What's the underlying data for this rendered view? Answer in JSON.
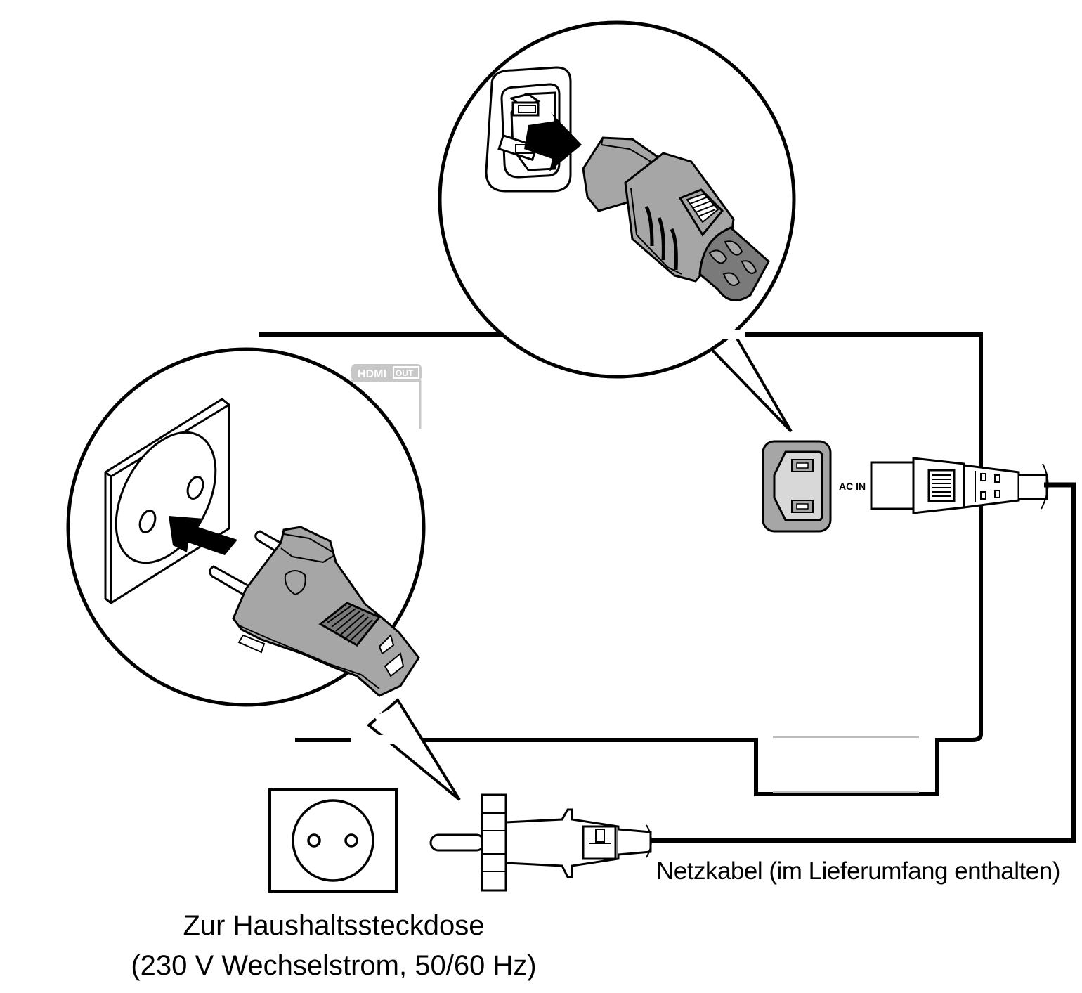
{
  "labels": {
    "ac_in": "AC IN",
    "hdmi": "HDMI",
    "hdmi_out": "OUT",
    "cable": "Netzkabel (im Lieferumfang enthalten)",
    "outlet_line1": "Zur Haushaltssteckdose",
    "outlet_line2": "(230 V Wechselstrom, 50/60 Hz)"
  },
  "colors": {
    "line": "#000000",
    "plug_gray": "#a6a6a6",
    "dark_gray": "#7a7a7a",
    "faint_gray": "#c8c8c8",
    "background": "#ffffff"
  }
}
